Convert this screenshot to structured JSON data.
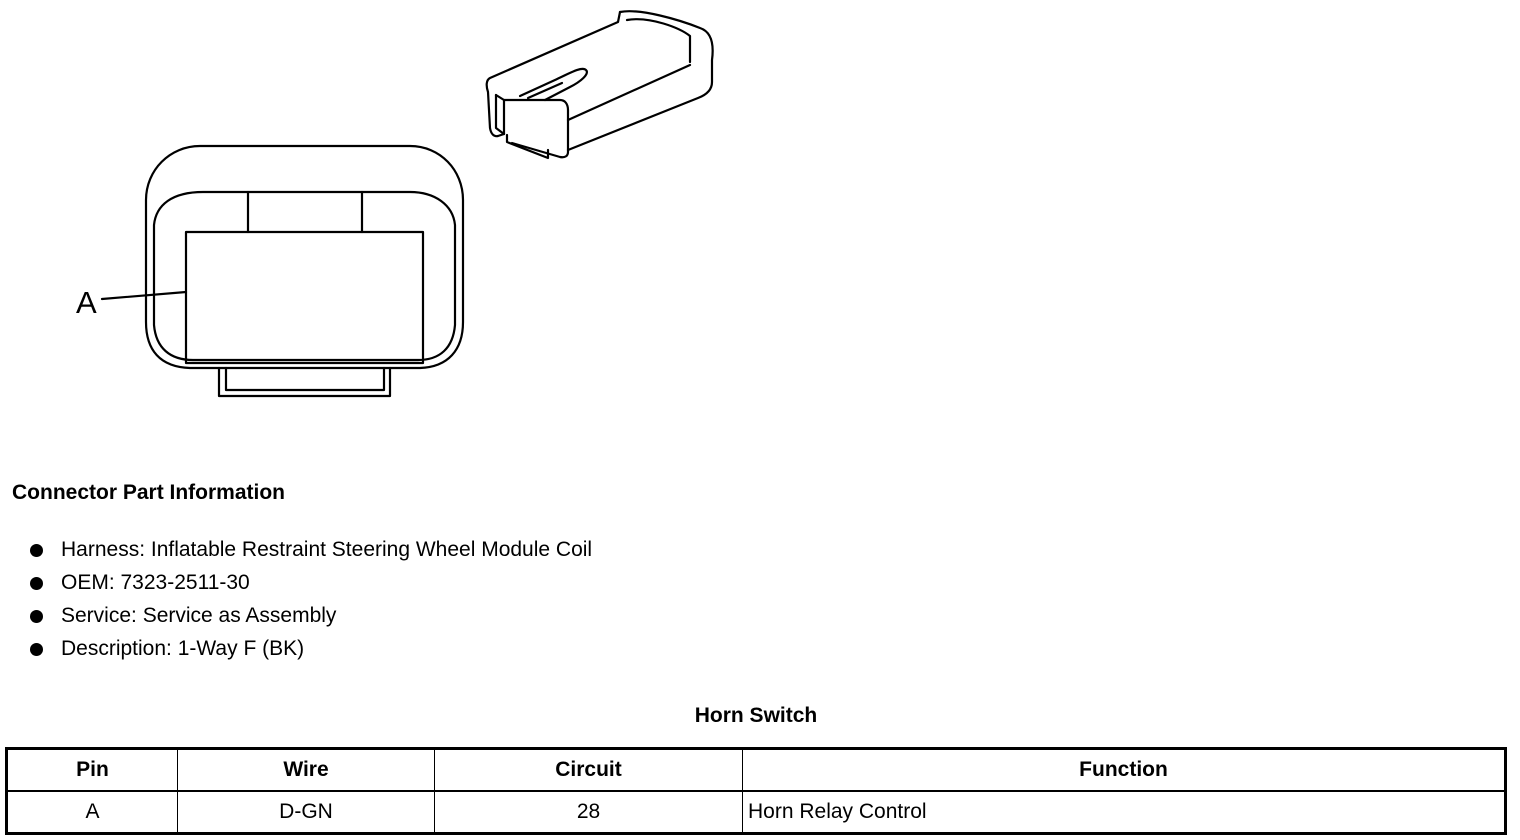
{
  "diagram": {
    "callout_label": "A"
  },
  "connector_info": {
    "title": "Connector Part Information",
    "items": [
      "Harness: Inflatable Restraint Steering Wheel Module Coil",
      "OEM: 7323-2511-30",
      "Service: Service as Assembly",
      "Description: 1-Way F (BK)"
    ]
  },
  "table": {
    "title": "Horn Switch",
    "headers": [
      "Pin",
      "Wire",
      "Circuit",
      "Function"
    ],
    "rows": [
      [
        "A",
        "D-GN",
        "28",
        "Horn Relay Control"
      ]
    ]
  }
}
